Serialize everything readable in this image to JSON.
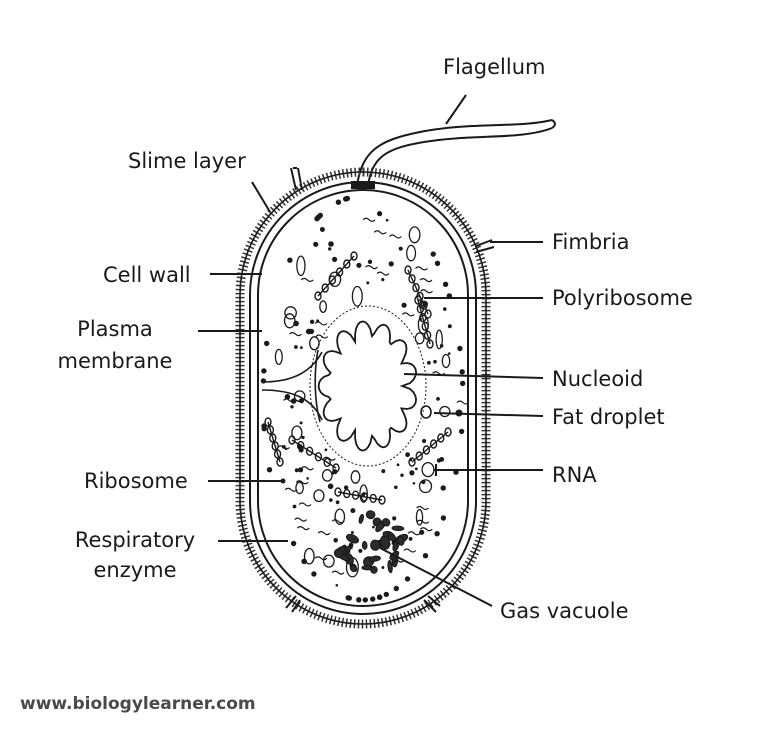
{
  "labels": {
    "flagellum": "Flagellum",
    "slime_layer": "Slime layer",
    "fimbria": "Fimbria",
    "cell_wall": "Cell wall",
    "polyribosome": "Polyribosome",
    "plasma_membrane_line1": "Plasma",
    "plasma_membrane_line2": "membrane",
    "nucleoid": "Nucleoid",
    "fat_droplet": "Fat droplet",
    "ribosome": "Ribosome",
    "rna": "RNA",
    "respiratory_enzyme_line1": "Respiratory",
    "respiratory_enzyme_line2": "enzyme",
    "gas_vacuole": "Gas vacuole"
  },
  "footer": {
    "website": "www.biologylearner.com"
  },
  "colors": {
    "ink": "#1a1a1a",
    "footer_text": "#4a4a4a",
    "background": "#ffffff"
  }
}
